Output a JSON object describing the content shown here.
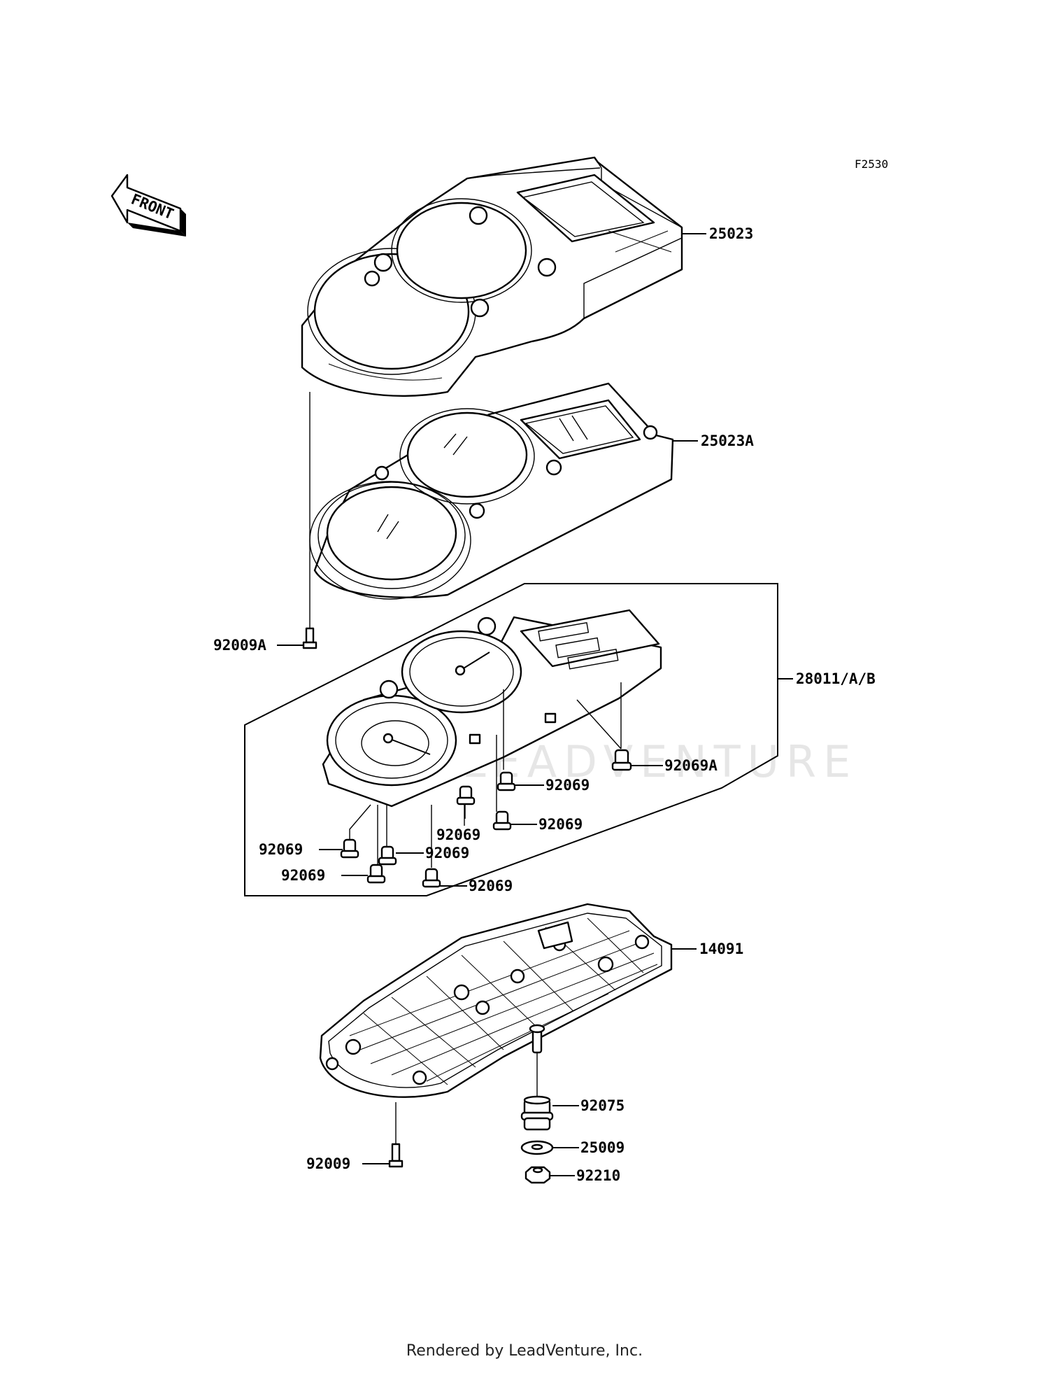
{
  "diagram_code": "F2530",
  "front_label": "FRONT",
  "watermark": "LEADVENTURE",
  "footer": "Rendered by LeadVenture, Inc.",
  "parts": {
    "p25023": "25023",
    "p25023A": "25023A",
    "p92009A": "92009A",
    "p28011": "28011/A/B",
    "p92069A": "92069A",
    "p92069_a": "92069",
    "p92069_b": "92069",
    "p92069_c": "92069",
    "p92069_d": "92069",
    "p92069_e": "92069",
    "p92069_f": "92069",
    "p92069_g": "92069",
    "p14091": "14091",
    "p92075": "92075",
    "p25009": "25009",
    "p92210": "92210",
    "p92009": "92009"
  }
}
